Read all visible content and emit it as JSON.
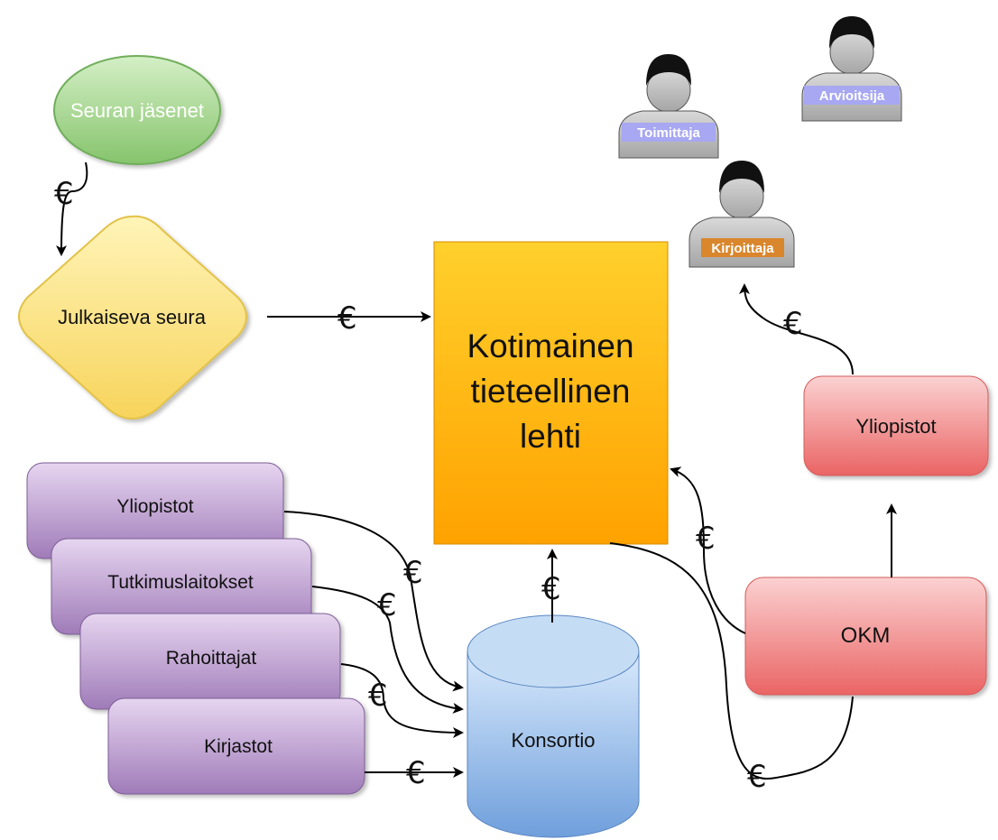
{
  "nodes": {
    "members": "Seuran jäsenet",
    "society": "Julkaiseva seura",
    "journal_line1": "Kotimainen",
    "journal_line2": "tieteellinen",
    "journal_line3": "lehti",
    "consortium": "Konsortio",
    "okm": "OKM",
    "universities_right": "Yliopistot",
    "stack": [
      "Yliopistot",
      "Tutkimuslaitokset",
      "Rahoittajat",
      "Kirjastot"
    ]
  },
  "people": {
    "editor": "Toimittaja",
    "reviewer": "Arvioitsija",
    "author": "Kirjoittaja"
  },
  "currency_symbol": "€",
  "colors": {
    "green": "#9dd48a",
    "yellow": "#fbe58a",
    "orange": "#fbb318",
    "purple": "#b597c9",
    "blue": "#a9c9ee",
    "red": "#f08a8a",
    "tag_blue": "#a7a7f2",
    "tag_orange": "#d9862d"
  }
}
